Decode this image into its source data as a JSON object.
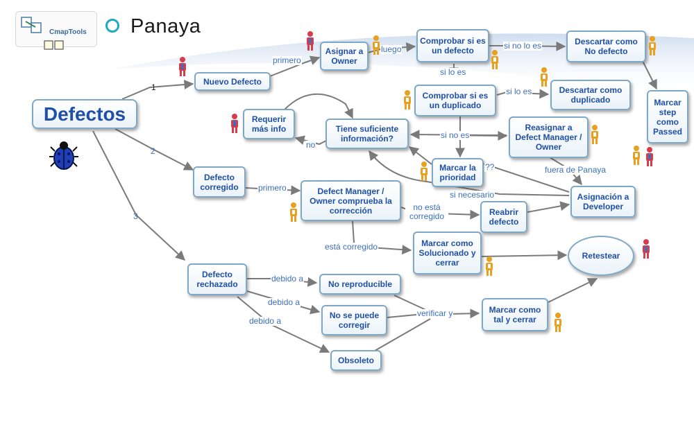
{
  "logos": {
    "cmaptools": "CmapTools",
    "panaya": "Panaya"
  },
  "nodes": {
    "defectos": "Defectos",
    "nuevo_defecto": "Nuevo Defecto",
    "asignar_owner": "Asignar a Owner",
    "comprobar_defecto": "Comprobar si es un defecto",
    "descartar_no_defecto": "Descartar como No defecto",
    "comprobar_duplicado": "Comprobar si es un duplicado",
    "descartar_duplicado": "Descartar como duplicado",
    "marcar_step_passed": "Marcar step como Passed",
    "requerir_info": "Requerir más info",
    "tiene_info": "Tiene suficiente información?",
    "reasignar": "Reasignar a Defect Manager / Owner",
    "marcar_prioridad": "Marcar la prioridad",
    "asignacion_developer": "Asignación a Developer",
    "defecto_corregido": "Defecto corregido",
    "dm_comprueba": "Defect Manager / Owner comprueba la corrección",
    "reabrir": "Reabrir defecto",
    "marcar_solucionado": "Marcar como Solucionado y cerrar",
    "retestear": "Retestear",
    "defecto_rechazado": "Defecto rechazado",
    "no_reproducible": "No reproducible",
    "no_se_puede": "No se puede corregir",
    "obsoleto": "Obsoleto",
    "marcar_tal": "Marcar como tal y cerrar"
  },
  "links": {
    "n1": "1",
    "n2": "2",
    "n3": "3",
    "primero_a": "primero",
    "luego": "luego",
    "si_no_lo_es_a": "si no lo es",
    "si_lo_es_a": "si lo es",
    "si_lo_es_b": "si lo es",
    "si_no_es": "si no es",
    "no": "no",
    "q": "??",
    "fuera": "fuera de Panaya",
    "si_necesario": "si necesario",
    "primero_b": "primero",
    "no_esta_corregido": "no está corregido",
    "esta_corregido": "está corregido",
    "debido_a_1": "debido a",
    "debido_a_2": "debido a",
    "debido_a_3": "debido a",
    "verificar_y": "verificar y"
  },
  "colors": {
    "node_text": "#1f4fa8",
    "node_border": "#7fa8c6",
    "link_text": "#3a6fc0",
    "connector": "#777777",
    "owner_person": "#e8a020",
    "tester_person": "#d63c4a"
  },
  "icons": [
    "bug-icon",
    "cmaptools-logo-icon",
    "panaya-logo-icon",
    "owner-person-icon",
    "tester-person-icon"
  ]
}
